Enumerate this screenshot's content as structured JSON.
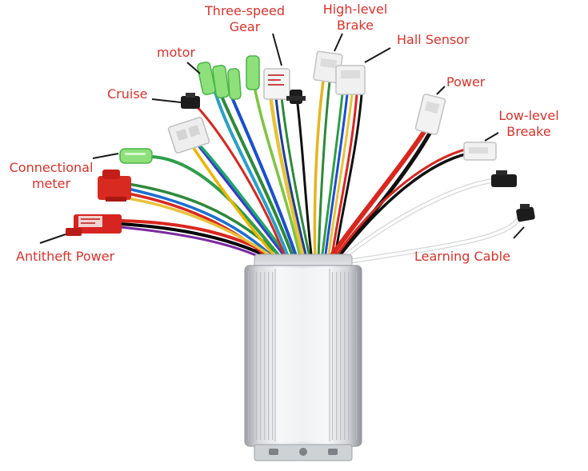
{
  "colors": {
    "label": "#d9322b",
    "leader": "#1a1a1a"
  },
  "labels": {
    "three_speed_gear": [
      "Three-speed",
      "Gear"
    ],
    "high_level_brake": [
      "High-level",
      "Brake"
    ],
    "hall_sensor": "Hall Sensor",
    "motor": "motor",
    "cruise": "Cruise",
    "power": "Power",
    "low_level_breake": [
      "Low-level",
      "Breake"
    ],
    "connectional_meter": [
      "Connectional",
      "meter"
    ],
    "antitheft_power": "Antitheft Power",
    "learning_cable": "Learning Cable"
  }
}
